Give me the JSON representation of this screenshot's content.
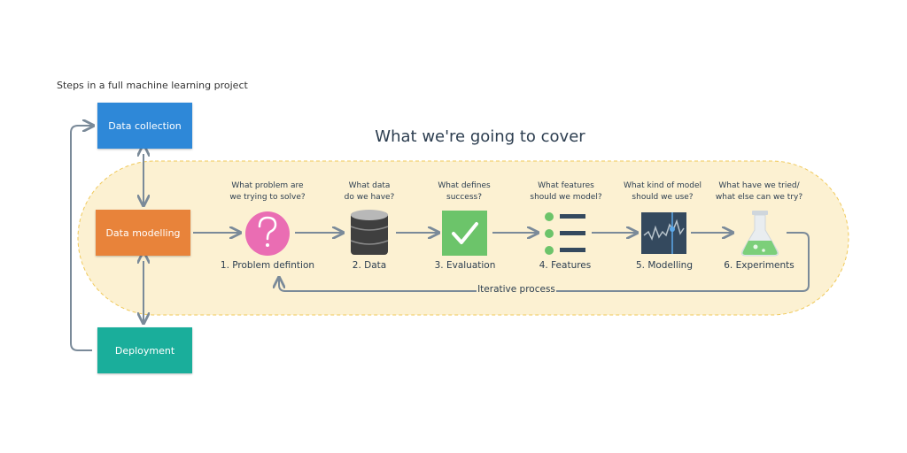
{
  "caption": "Steps in a full machine learning project",
  "left_column": {
    "data_collection": "Data collection",
    "data_modelling": "Data modelling",
    "deployment": "Deployment"
  },
  "title": "What we're going to cover",
  "steps": [
    {
      "question": "What problem are\nwe trying to solve?",
      "label": "1. Problem defintion",
      "icon": "question-mark-icon",
      "color": "#ea6db3"
    },
    {
      "question": "What data\ndo we have?",
      "label": "2. Data",
      "icon": "database-icon",
      "color": "#3f3f3f"
    },
    {
      "question": "What defines\nsuccess?",
      "label": "3. Evaluation",
      "icon": "checkmark-icon",
      "color": "#6cc46a"
    },
    {
      "question": "What features\nshould we model?",
      "label": "4. Features",
      "icon": "feature-list-icon",
      "color": "#6cc46a"
    },
    {
      "question": "What kind of model\nshould we use?",
      "label": "5. Modelling",
      "icon": "model-chart-icon",
      "color": "#34495e"
    },
    {
      "question": "What have we tried/\nwhat else can we try?",
      "label": "6. Experiments",
      "icon": "flask-icon",
      "color": "#7ccf7a"
    }
  ],
  "loop_label": "Iterative process",
  "colors": {
    "background_band": "#fcf1d2",
    "band_border": "#f0c95a",
    "arrow": "#7a8a99",
    "data_collection": "#2e88d8",
    "data_modelling": "#e8833a",
    "deployment": "#1aae9b"
  }
}
